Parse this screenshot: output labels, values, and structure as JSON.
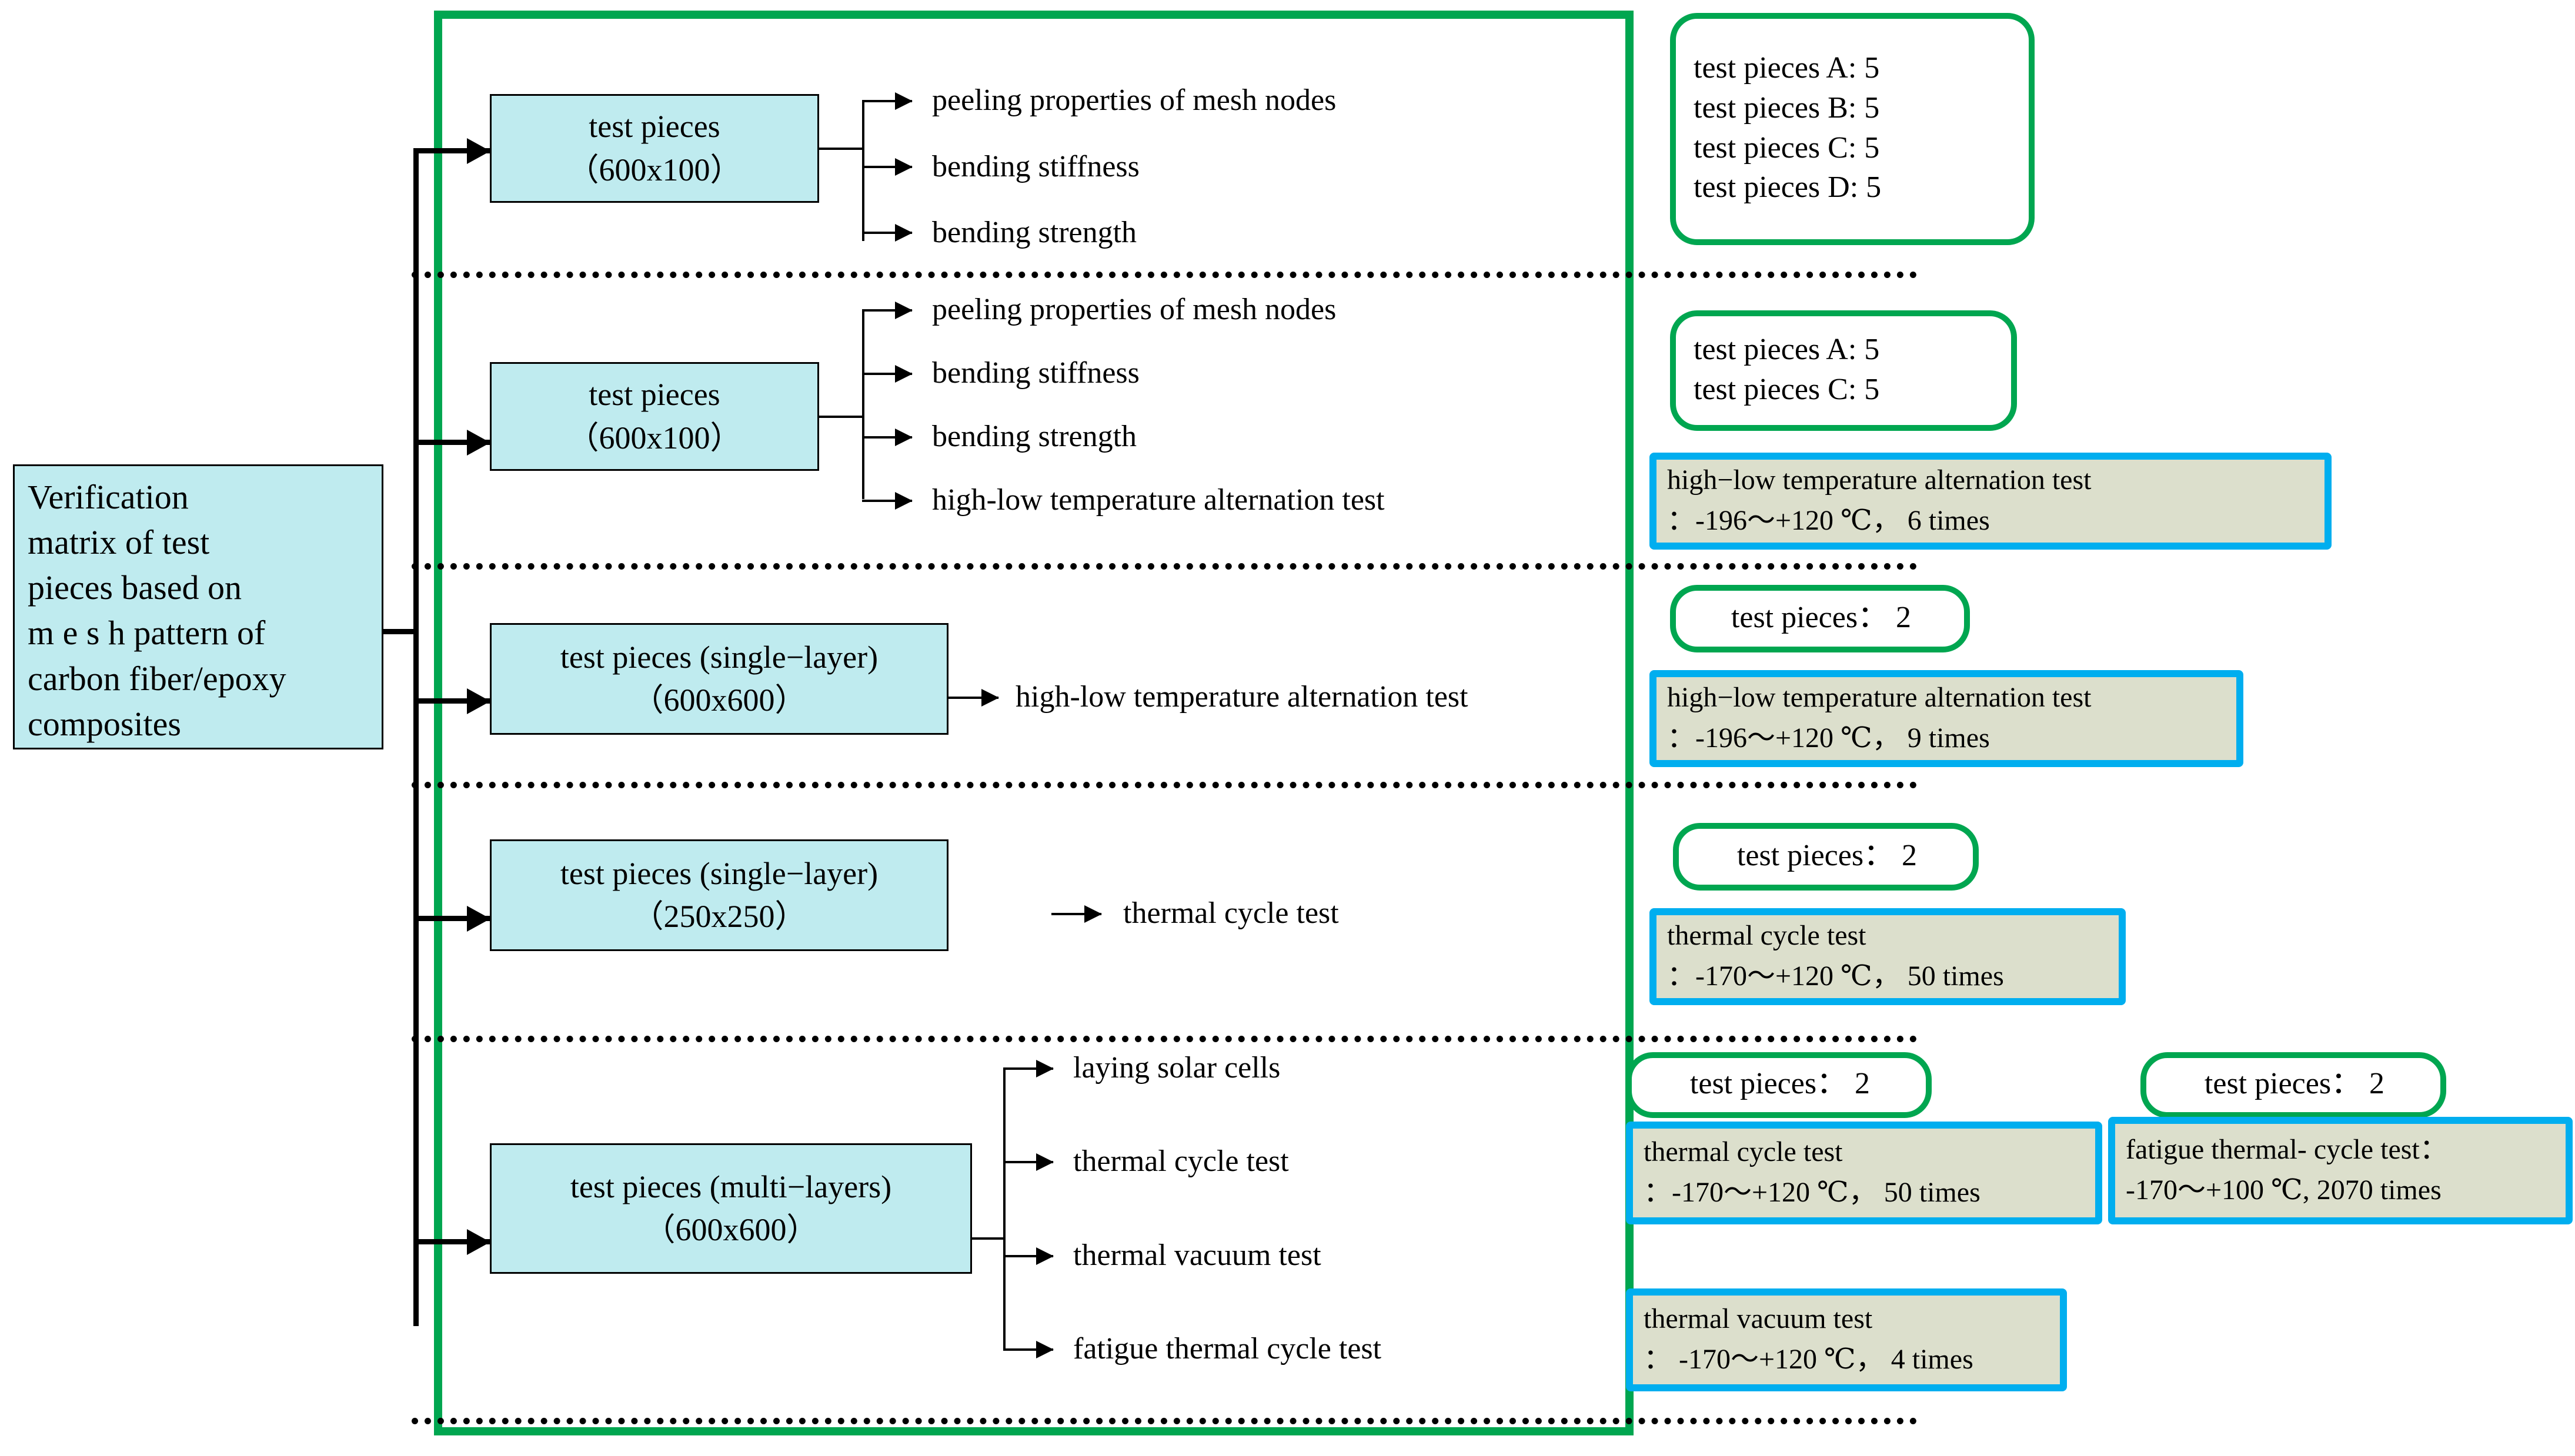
{
  "colors": {
    "green": "#00A650",
    "blue": "#00AEEF",
    "cyan_fill": "#BFEBEF",
    "khaki_fill": "#DCDFCC",
    "black": "#000000"
  },
  "root_node": {
    "lines": [
      "Verification",
      "matrix  of  test",
      "pieces  based  on",
      "m e s h  pattern  of",
      "carbon fiber/epoxy",
      "composites"
    ]
  },
  "rows": [
    {
      "id": "row-1",
      "process": {
        "line1": "test pieces",
        "line2": "（600x100）"
      },
      "leaves": [
        "peeling properties of mesh nodes",
        "bending stiffness",
        "bending strength"
      ],
      "pill": {
        "lines": [
          "test pieces A: 5",
          "test pieces B: 5",
          "test pieces C: 5",
          "test pieces D: 5"
        ]
      },
      "conditions": []
    },
    {
      "id": "row-2",
      "process": {
        "line1": "test pieces",
        "line2": "（600x100）"
      },
      "leaves": [
        "peeling properties of mesh nodes",
        "bending stiffness",
        "bending strength",
        "high-low temperature alternation test"
      ],
      "pill": {
        "lines": [
          "test pieces A: 5",
          "test pieces C: 5"
        ]
      },
      "conditions": [
        {
          "title": "high−low temperature alternation test",
          "detail": "：-196〜+120 ℃，  6 times"
        }
      ]
    },
    {
      "id": "row-3",
      "process": {
        "line1": "test pieces (single−layer)",
        "line2": "（600x600）"
      },
      "leaves": [
        "high-low temperature alternation test"
      ],
      "pill": {
        "lines": [
          "test pieces： 2"
        ]
      },
      "conditions": [
        {
          "title": "high−low temperature alternation test",
          "detail": "：-196〜+120 ℃，  9 times"
        }
      ]
    },
    {
      "id": "row-4",
      "process": {
        "line1": "test pieces (single−layer)",
        "line2": "（250x250）"
      },
      "leaves": [
        "thermal cycle test"
      ],
      "pill": {
        "lines": [
          "test pieces： 2"
        ]
      },
      "conditions": [
        {
          "title": "thermal cycle test",
          "detail": "：-170〜+120 ℃，  50 times"
        }
      ]
    },
    {
      "id": "row-5",
      "process": {
        "line1": "test pieces (multi−layers)",
        "line2": "（600x600）"
      },
      "leaves": [
        "laying solar cells",
        "thermal cycle test",
        "thermal vacuum test",
        "fatigue thermal cycle test"
      ],
      "pill": {
        "lines": [
          "test pieces： 2"
        ]
      },
      "pill_b": {
        "lines": [
          "test pieces： 2"
        ]
      },
      "conditions": [
        {
          "title": "thermal cycle test",
          "detail": "：-170〜+120 ℃，  50 times"
        },
        {
          "title": "thermal vacuum test",
          "detail": "：  -170〜+120 ℃，  4 times"
        }
      ],
      "conditions_b": [
        {
          "title": "fatigue thermal- cycle test：",
          "detail": "-170〜+100 ℃, 2070 times"
        }
      ]
    }
  ]
}
